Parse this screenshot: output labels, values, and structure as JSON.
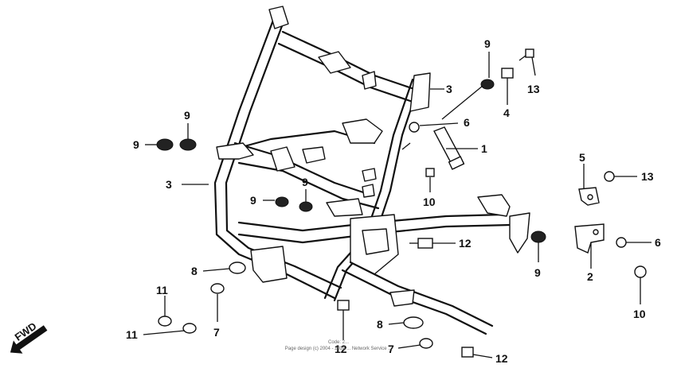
{
  "callouts": {
    "c_9_top": "9",
    "c_13_top": "13",
    "c_3_upper": "3",
    "c_4": "4",
    "c_6_upper": "6",
    "c_1": "1",
    "c_9_left_a": "9",
    "c_9_left_b": "9",
    "c_3_left": "3",
    "c_10_mid": "10",
    "c_9_mid_a": "9",
    "c_9_mid_b": "9",
    "c_5": "5",
    "c_13_right": "13",
    "c_12_mid": "12",
    "c_9_right": "9",
    "c_6_right": "6",
    "c_2": "2",
    "c_8_left": "8",
    "c_11_a": "11",
    "c_11_b": "11",
    "c_7_left": "7",
    "c_10_right": "10",
    "c_8_bottom": "8",
    "c_12_bottom": "12",
    "c_7_bottom": "7",
    "c_12_right": "12"
  },
  "fwd": {
    "label": "FWD"
  },
  "footer": {
    "code": "Code: 2...",
    "copyright": "Page design (c) 2004 - 2024 ... Network Service ..."
  }
}
